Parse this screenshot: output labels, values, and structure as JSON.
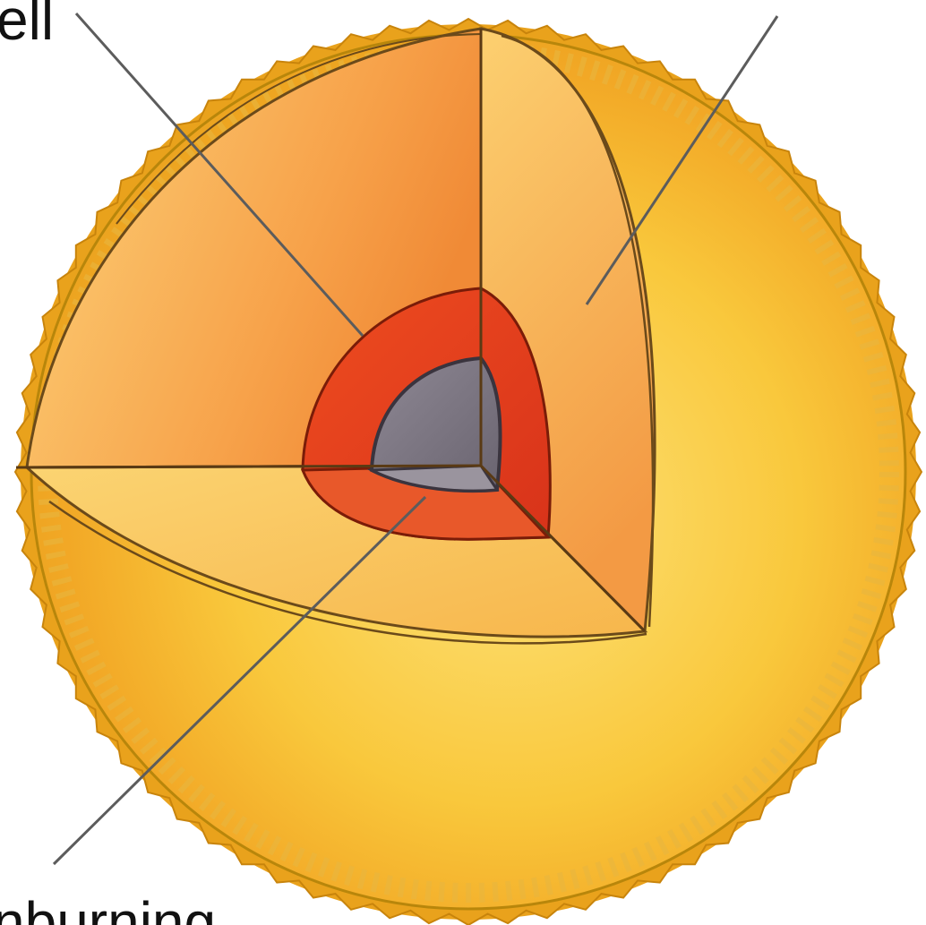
{
  "labels": {
    "top_left": "ell",
    "bottom_left": "nburning"
  },
  "colors": {
    "outer_surface": "#f7c23a",
    "surface_edge": "#e9a21c",
    "inner_face_light": "#fbd06a",
    "inner_face_warm": "#f39a3c",
    "shell": "#e8421e",
    "shell_dark": "#c62a12",
    "core": "#7d7784",
    "core_dark": "#4d4852",
    "line": "#6b4a1a",
    "leader": "#555555",
    "text": "#111111"
  },
  "icons": {
    "figure": "star-cutaway-illustration"
  }
}
